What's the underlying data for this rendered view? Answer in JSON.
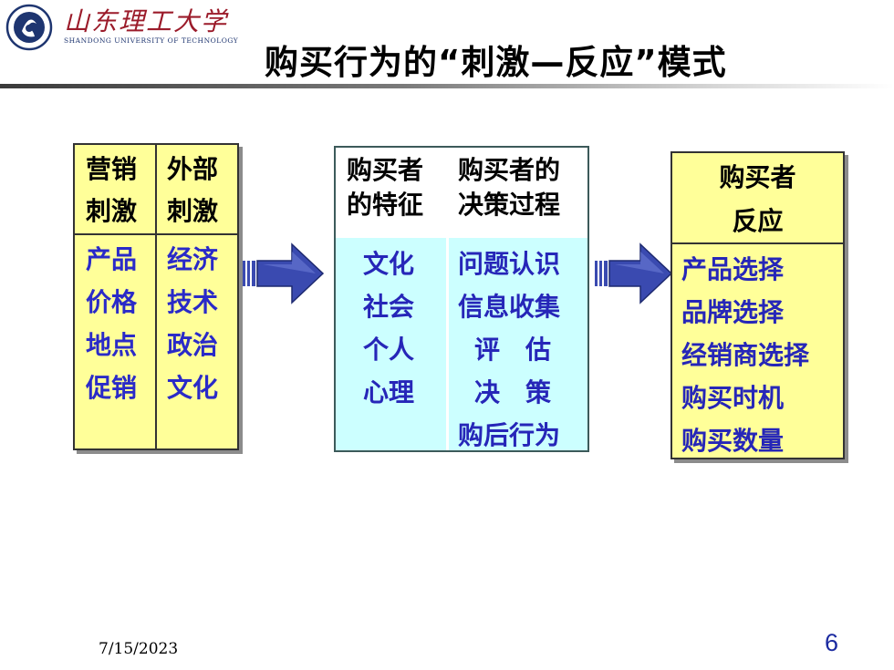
{
  "header": {
    "university_cn": "山东理工大学",
    "university_en": "SHANDONG UNIVERSITY OF TECHNOLOGY",
    "title": "购买行为的“刺激—反应”模式"
  },
  "stimuli": {
    "col1_header": [
      "营销",
      "刺激"
    ],
    "col2_header": [
      "外部",
      "刺激"
    ],
    "col1_items": [
      "产品",
      "价格",
      "地点",
      "促销"
    ],
    "col2_items": [
      "经济",
      "技术",
      "政治",
      "文化"
    ]
  },
  "black_box": {
    "col1_header": [
      "购买者",
      "的特征"
    ],
    "col2_header": [
      "购买者的",
      "决策过程"
    ],
    "col1_items": [
      "文化",
      "社会",
      "个人",
      "心理"
    ],
    "col2_items": [
      "问题认识",
      "信息收集",
      "评　估",
      "决　策",
      "购后行为"
    ]
  },
  "response": {
    "header": [
      "购买者",
      "反应"
    ],
    "items": [
      "产品选择",
      "品牌选择",
      "经销商选择",
      "购买时机",
      "购买数量"
    ]
  },
  "footer": {
    "date": "7/15/2023",
    "page": "6"
  },
  "colors": {
    "yellow_box": "#ffff99",
    "cyan_box": "#ccffff",
    "arrow": "#3a4ab0",
    "item_text": "#2a2ac8"
  }
}
